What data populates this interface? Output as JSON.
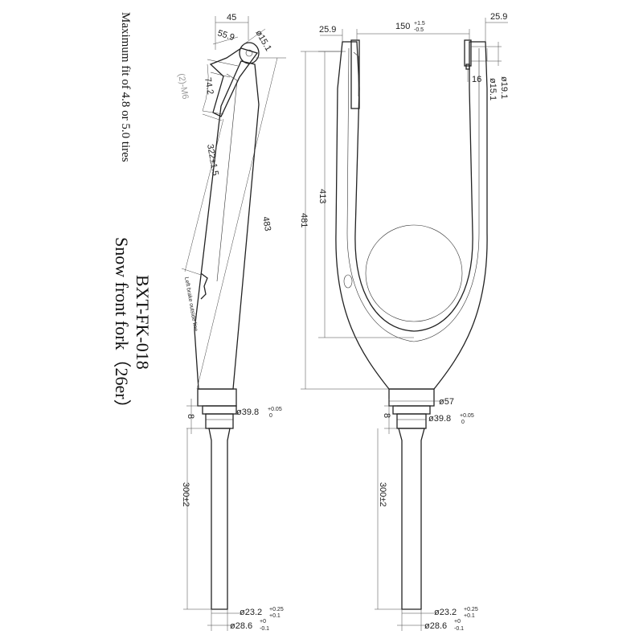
{
  "title": {
    "model": "BXT-FK-018",
    "name": "Snow front fork（26er）",
    "note": "Maximum fit of 4.8 or 5.0 tires"
  },
  "side_view": {
    "dims": {
      "width_45": "45",
      "offset_55_9": "55.9",
      "axle_dia": "ø15.1",
      "angle_74_2": "74.2",
      "bolt": "(2)-M6",
      "mount_322": "322±1.5",
      "length_483": "483",
      "crown_8": "8",
      "crown_race": "ø39.8",
      "crown_race_tol_up": "+0.05",
      "crown_race_tol_dn": "0",
      "steerer_len": "300±2",
      "steerer_top": "ø23.2",
      "steerer_top_tol_up": "+0.25",
      "steerer_top_tol_dn": "+0.1",
      "steerer_od": "ø28.6",
      "steerer_od_tol_up": "+0",
      "steerer_od_tol_dn": "-0.1"
    },
    "brake_note": "Left brake outside line"
  },
  "front_view": {
    "dims": {
      "dropout_left": "25.9",
      "spacing": "150",
      "spacing_tol_up": "+1.5",
      "spacing_tol_dn": "-0.5",
      "dropout_right": "25.9",
      "dia_19_1": "ø19.1",
      "dia_15_1": "ø15.1",
      "d16": "16",
      "height_413": "413",
      "height_481": "481",
      "crown_dia": "ø57",
      "crown_8": "8",
      "crown_race": "ø39.8",
      "crown_race_tol_up": "+0.05",
      "crown_race_tol_dn": "0",
      "steerer_len": "300±2",
      "steerer_top": "ø23.2",
      "steerer_top_tol_up": "+0.25",
      "steerer_top_tol_dn": "+0.1",
      "steerer_od": "ø28.6",
      "steerer_od_tol_up": "+0",
      "steerer_od_tol_dn": "-0.1"
    }
  }
}
